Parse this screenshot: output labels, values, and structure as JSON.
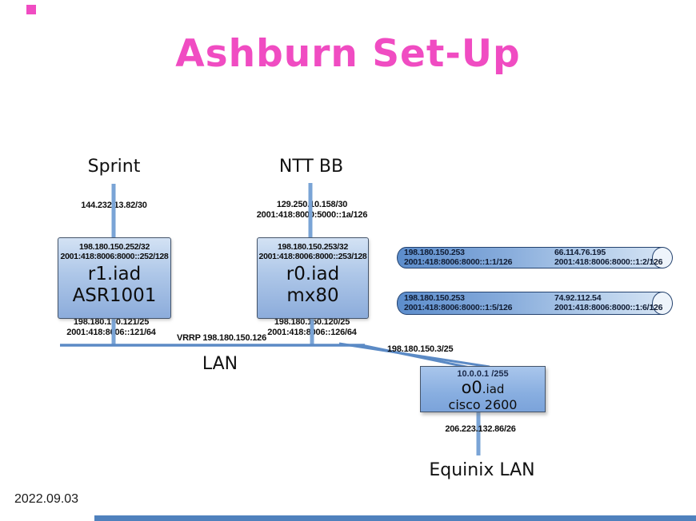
{
  "slide": {
    "title": "Ashburn Set-Up",
    "date": "2022.09.03"
  },
  "colors": {
    "title_pink": "#f04cc2",
    "connector_blue": "#7aa4d6",
    "lan_line_blue": "#5b8ac5",
    "node_fill_top": "#d3e2f4",
    "node_fill_bottom": "#8cacdb",
    "cylinder_left": "#5c8dcc",
    "cylinder_right": "#d4e3f4",
    "bottom_bar": "#4f81bd"
  },
  "sprint": {
    "label": "Sprint",
    "ip": "144.232.13.82/30"
  },
  "ntt": {
    "label": "NTT BB",
    "ipv4": "129.250.10.158/30",
    "ipv6": "2001:418:8000:5000::1a/126"
  },
  "r1": {
    "ipv4": "198.180.150.252/32",
    "ipv6": "2001:418:8006:8000::252/128",
    "name": "r1.iad",
    "model": "ASR1001",
    "lan_ipv4": "198.180.150.121/25",
    "lan_ipv6": "2001:418:8006::121/64"
  },
  "r0": {
    "ipv4": "198.180.150.253/32",
    "ipv6": "2001:418:8006:8000::253/128",
    "name": "r0.iad",
    "model": "mx80",
    "lan_ipv4": "198.180.150.120/25",
    "lan_ipv6": "2001:418:8006::126/64"
  },
  "lan": {
    "label": "LAN",
    "vrrp": "VRRP 198.180.150.126",
    "oob_link": "198.180.150.3/25"
  },
  "tunnel1": {
    "left_ipv4": "198.180.150.253",
    "left_ipv6": "2001:418:8006:8000::1:1/126",
    "right_ipv4": "66.114.76.195",
    "right_ipv6": "2001:418:8006:8000::1:2/126"
  },
  "tunnel2": {
    "left_ipv4": "198.180.150.253",
    "left_ipv6": "2001:418:8006:8000::1:5/126",
    "right_ipv4": "74.92.112.54",
    "right_ipv6": "2001:418:8006:8000::1:6/126"
  },
  "oob": {
    "ip": "10.0.0.1 /255",
    "name_big": "o0",
    "name_small": ".iad",
    "model": "cisco 2600",
    "downlink": "206.223.132.86/26",
    "lan_label": "Equinix LAN"
  }
}
